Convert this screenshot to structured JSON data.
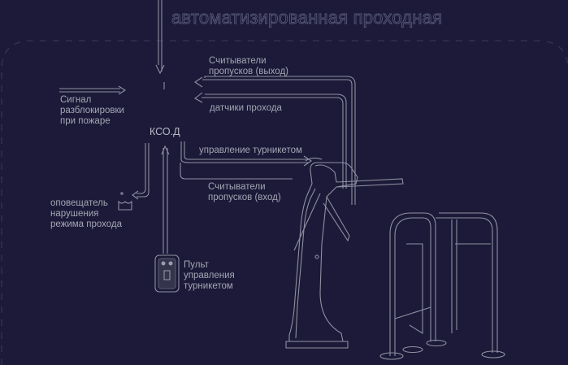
{
  "title": "автоматизированная проходная",
  "labels": {
    "readers_exit": "Считыватели\nпропусков (выход)",
    "pass_sensors": "датчики прохода",
    "fire_unlock": "Сигнал\nразблокировки\nпри пожаре",
    "controller": "КСО.Д",
    "turnstile_control": "управление турникетом",
    "readers_entry": "Считыватели\nпропусков (вход)",
    "violation_alarm": "оповещатель\nнарушения\nрежима прохода",
    "remote_panel": "Пульт\nуправления\nтурникетом"
  },
  "colors": {
    "background": "#1c1a38",
    "line": "#8e90a2",
    "text": "#a4a6b4",
    "border_dashes": "#34345a"
  },
  "icons": [
    "turnstile-icon",
    "barrier-fence-icon",
    "remote-control-icon",
    "siren-icon"
  ]
}
